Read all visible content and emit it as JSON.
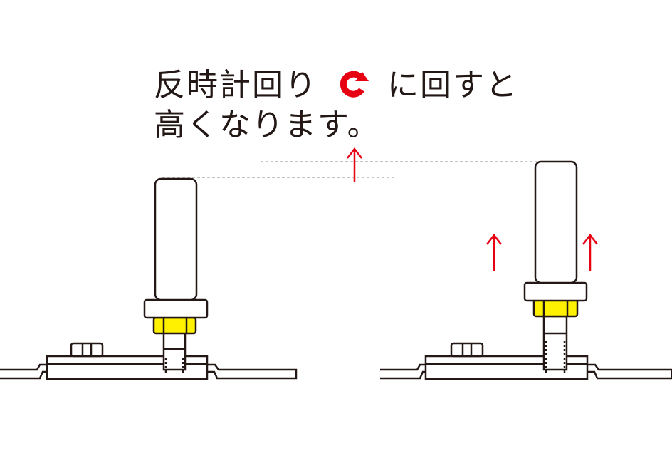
{
  "caption": {
    "line1_before": "反時計回り",
    "line1_after": "に回すと",
    "line2": "高くなります。",
    "rotation_icon": "counterclockwise-rotation-icon"
  },
  "colors": {
    "line": "#231815",
    "arrow": "#e60012",
    "nut": "#fff100",
    "guide": "#9fa0a0",
    "background": "#ffffff"
  },
  "icons": {
    "up_arrow": "up-arrow-icon"
  }
}
